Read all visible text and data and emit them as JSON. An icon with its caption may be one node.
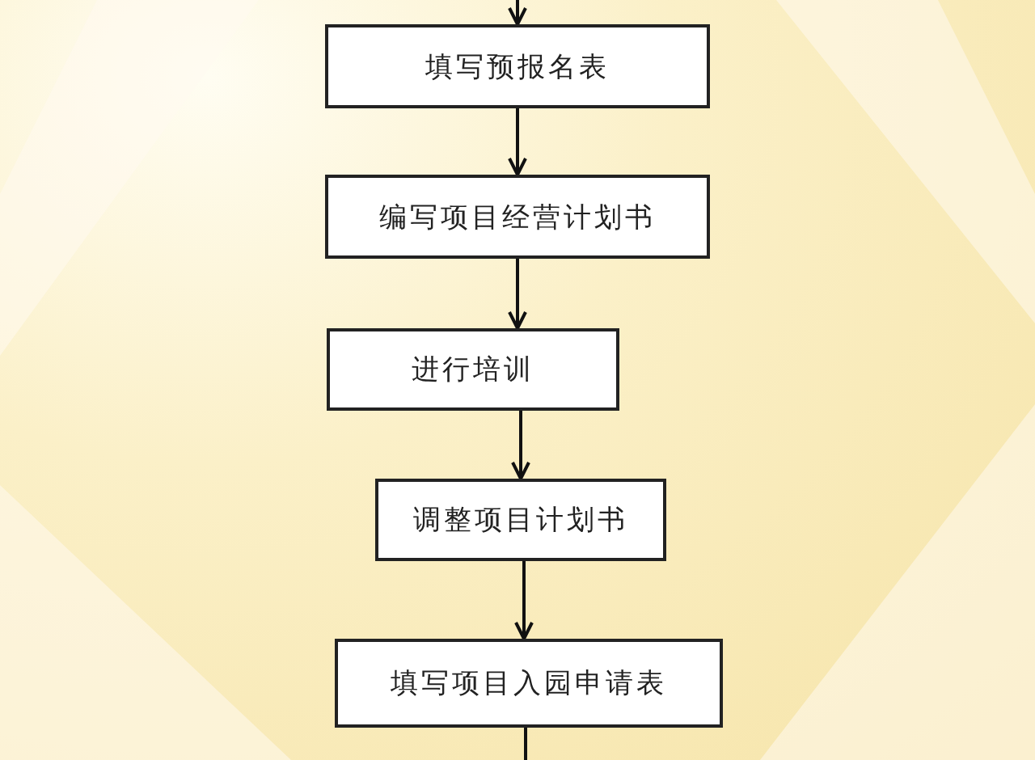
{
  "diagram": {
    "nodes": [
      {
        "text": [
          "填写预报名表"
        ]
      },
      {
        "text": [
          "编写项目经营计划书"
        ]
      },
      {
        "text": [
          "进行培训"
        ]
      },
      {
        "text": [
          "调整项目计划书"
        ]
      },
      {
        "text": [
          "填写项目入园申请表"
        ]
      }
    ],
    "edges": [
      {
        "from": null,
        "to": 0,
        "arrow": "to"
      },
      {
        "from": 0,
        "to": 1,
        "arrow": "to"
      },
      {
        "from": 1,
        "to": 2,
        "arrow": "to"
      },
      {
        "from": 2,
        "to": 3,
        "arrow": "to"
      },
      {
        "from": 3,
        "to": 4,
        "arrow": "to"
      },
      {
        "from": 4,
        "to": null,
        "arrow": "none"
      }
    ]
  }
}
